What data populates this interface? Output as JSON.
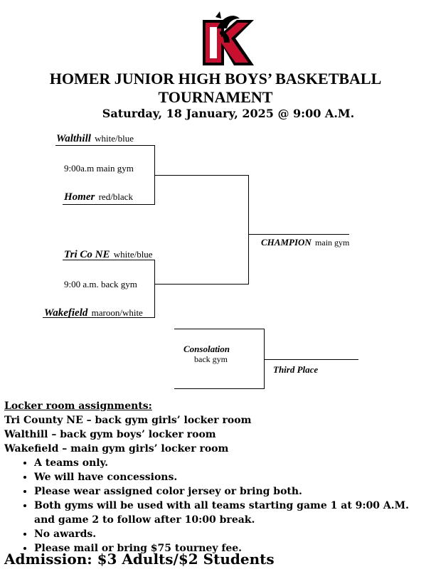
{
  "header": {
    "title_line1": "HOMER JUNIOR HIGH BOYS’ BASKETBALL",
    "title_line2": "TOURNAMENT",
    "date": "Saturday, 18 January, 2025 @ 9:00 A.M."
  },
  "bracket": {
    "game1": {
      "team_a": {
        "name": "Walthill",
        "colors": "white/blue"
      },
      "team_b": {
        "name": "Homer",
        "colors": "red/black"
      },
      "time_location": "9:00a.m  main gym"
    },
    "game2": {
      "team_a": {
        "name": "Tri Co NE",
        "colors": "white/blue"
      },
      "team_b": {
        "name": "Wakefield",
        "colors": "maroon/white"
      },
      "time_location": "9:00 a.m. back gym"
    },
    "champion": {
      "label": "CHAMPION",
      "location": "main gym"
    },
    "consolation": {
      "label": "Consolation",
      "location": "back gym"
    },
    "third_place": {
      "label": "Third Place"
    }
  },
  "lockers": {
    "heading": "Locker room assignments:",
    "assignments": [
      "Tri County NE – back gym girls’ locker room",
      "Walthill – back gym boys’ locker room",
      "Wakefield – main gym girls’ locker room"
    ],
    "notes": [
      "A teams only.",
      "We will have concessions.",
      "Please wear assigned color jersey or bring both.",
      "Both gyms will be used with all teams starting game 1 at 9:00 A.M. and game 2 to follow after 10:00 break.",
      "No awards.",
      "Please mail or bring $75 tourney fee."
    ]
  },
  "admission": "Admission:  $3 Adults/$2 Students",
  "colors": {
    "logo_red": "#c8102e",
    "logo_black": "#000000"
  }
}
